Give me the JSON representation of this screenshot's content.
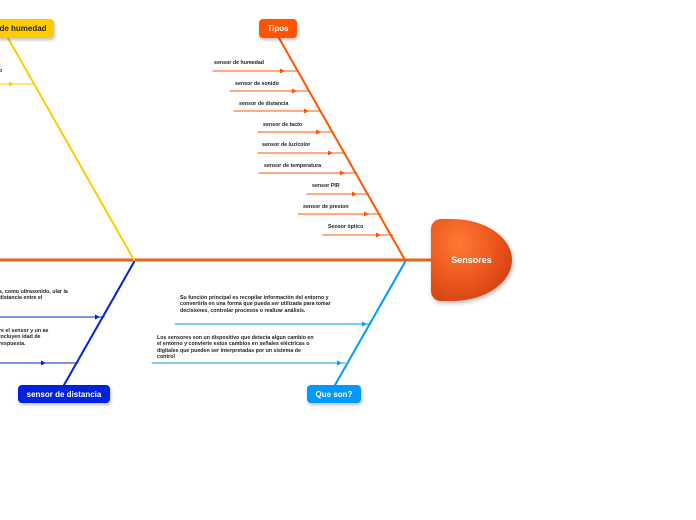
{
  "central": {
    "label": "Sensores",
    "color": "#e8501a"
  },
  "branches": {
    "humedad": {
      "label": "de humedad",
      "color": "#ffcc00",
      "items": [
        "o"
      ]
    },
    "tipos": {
      "label": "Tipos",
      "color": "#ff5500",
      "items": [
        "sensor de humedad",
        "sensor de sonido",
        "sensor de distancia",
        "sensor de tacto",
        "sensor de luz/color",
        "sensor de temperatura",
        "sensor PIR",
        "sensor de presion",
        "Sensor óptico"
      ]
    },
    "distancia": {
      "label": "sensor de distancia",
      "color": "#0022dd",
      "items": [
        "s, como ultrasonido, ular la distancia entre el",
        "re el sensor y un as incluyen idad de respuesta."
      ]
    },
    "queson": {
      "label": "Que son?",
      "color": "#0099ff",
      "items": [
        "Su función principal es recopilar información del entorno y convertirla en una forma que pueda ser utilizada para tomar decisiones, controlar procesos o realizar análisis.",
        "Los sensores son un dispositivo que detecta algun cambio en el entorno y convierte estos cambios en señales eléctricas o digitales que pueden ser interpretadas por un sistema de control"
      ]
    }
  },
  "spine_color": "#e8601c"
}
